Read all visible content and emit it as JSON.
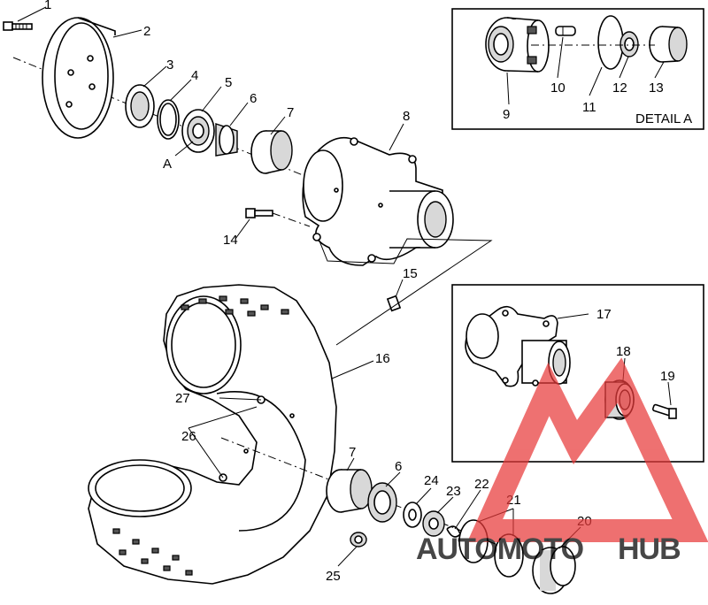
{
  "diagram": {
    "detail_label": "DETAIL A",
    "callouts": [
      "1",
      "2",
      "3",
      "4",
      "5",
      "6",
      "7",
      "8",
      "9",
      "10",
      "11",
      "12",
      "13",
      "14",
      "15",
      "16",
      "17",
      "18",
      "19",
      "20",
      "21",
      "22",
      "23",
      "24",
      "25",
      "26",
      "27",
      "A",
      "7",
      "6"
    ]
  },
  "watermark": {
    "text_a": "AUTOMOTO",
    "text_b": "HUB",
    "color_red": "#e83a3a",
    "color_gray": "#4a4a4a"
  }
}
